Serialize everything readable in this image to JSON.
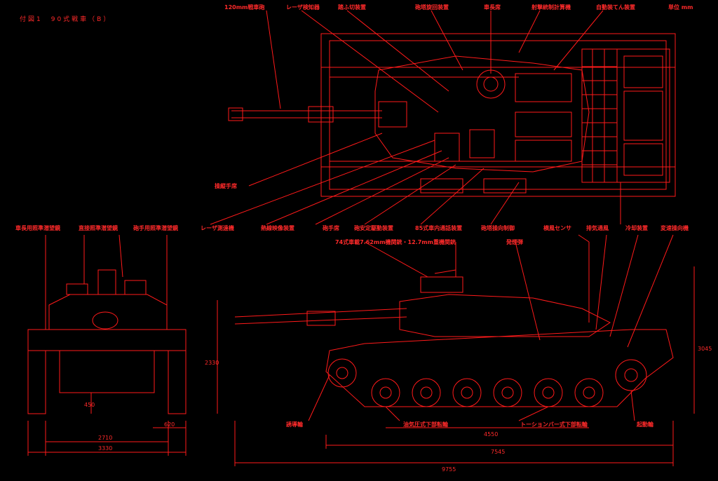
{
  "header": {
    "title": "付図1　90式戦車（B）",
    "unit": "単位 mm"
  },
  "callouts": {
    "top": [
      "120mm戦車砲",
      "レーザ検知器",
      "踏ふ切装置",
      "砲塔旋回装置",
      "車長席",
      "射撃統制計算機",
      "自動装てん装置"
    ],
    "driver": "操縦手席",
    "bottom": [
      "レーザ測遠機",
      "熱線映像装置",
      "砲手席",
      "砲安定駆動装置",
      "85式車内通話装置",
      "砲塔操向制御"
    ],
    "front": [
      "車長用照準潜望鏡",
      "直接照準潜望鏡",
      "砲手用照準潜望鏡"
    ],
    "side_top": [
      "74式車載7.62mm機関銃・12.7mm重機関銃",
      "発煙弾"
    ],
    "side_right": [
      "横風センサ",
      "排気通風",
      "冷却装置",
      "変速操向機"
    ],
    "side_bottom": [
      "誘導輪",
      "油気圧式下部転輪",
      "トーションバー式下部転輪",
      "起動輪"
    ]
  },
  "dimensions": {
    "front_track": "2710",
    "front_width": "3330",
    "front_clearance": "450",
    "front_track_w": "620",
    "side_height_hull": "2330",
    "side_height_total": "3045",
    "wheelbase": "4550",
    "hull_length": "7545",
    "total_length": "9755"
  },
  "colors": {
    "line": "#ff1a1a",
    "background": "#000000"
  }
}
